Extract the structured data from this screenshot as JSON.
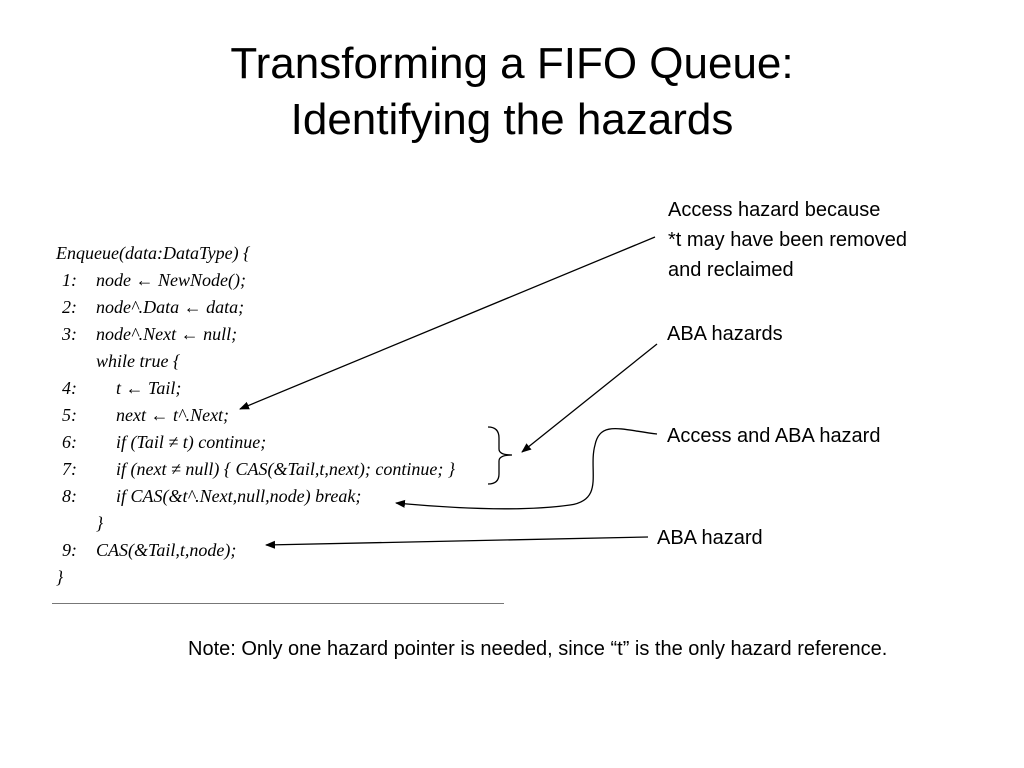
{
  "title": {
    "line1": "Transforming a FIFO Queue:",
    "line2": "Identifying the hazards"
  },
  "code": {
    "header": "Enqueue(data:DataType) {",
    "lines": [
      {
        "num": "1:",
        "text": "node ← NewNode();"
      },
      {
        "num": "2:",
        "text": "node^.Data ← data;"
      },
      {
        "num": "3:",
        "text": "node^.Next ← null;"
      },
      {
        "num": "",
        "text": "while true {"
      },
      {
        "num": "4:",
        "text": "t ← Tail;"
      },
      {
        "num": "5:",
        "text": "next ← t^.Next;"
      },
      {
        "num": "6:",
        "text": "if (Tail ≠ t) continue;"
      },
      {
        "num": "7:",
        "text": "if (next ≠ null) { CAS(&Tail,t,next); continue; }"
      },
      {
        "num": "8:",
        "text": "if CAS(&t^.Next,null,node) break;"
      },
      {
        "num": "",
        "text": "}"
      },
      {
        "num": "9:",
        "text": "CAS(&Tail,t,node);"
      }
    ],
    "footer": "}"
  },
  "annotations": {
    "access_hazard": [
      "Access hazard because",
      "*t may have been removed",
      "and reclaimed"
    ],
    "aba_hazards": "ABA hazards",
    "access_and_aba": "Access and ABA hazard",
    "aba_hazard": "ABA hazard"
  },
  "note": "Note:  Only one hazard pointer is needed, since “t” is the only hazard reference."
}
